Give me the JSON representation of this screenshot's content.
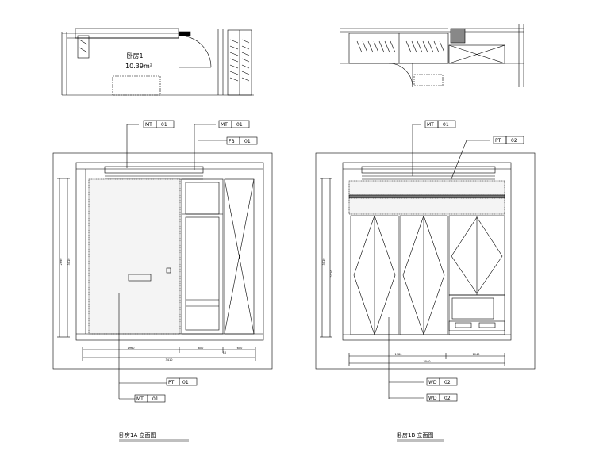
{
  "plan_left": {
    "room_name": "卧房1",
    "room_area": "10.39m²"
  },
  "elevation_a": {
    "title": "卧房1A 立面图",
    "labels": [
      {
        "code": "MT",
        "number": "01"
      },
      {
        "code": "MT",
        "number": "01"
      },
      {
        "code": "FB",
        "number": "01"
      },
      {
        "code": "PT",
        "number": "01"
      },
      {
        "code": "MT",
        "number": "01"
      }
    ],
    "dims_bottom": [
      "1960",
      "800",
      "10",
      "600"
    ],
    "dim_total": "3410",
    "dims_side": [
      "2690",
      "3010"
    ]
  },
  "elevation_b": {
    "title": "卧房1B 立面图",
    "labels": [
      {
        "code": "MT",
        "number": "01"
      },
      {
        "code": "PT",
        "number": "02"
      },
      {
        "code": "WD",
        "number": "02"
      },
      {
        "code": "WD",
        "number": "02"
      }
    ],
    "dims_bottom": [
      "1980",
      "1040"
    ],
    "dim_total": "3040",
    "dims_side": [
      "3010",
      "2310"
    ]
  }
}
